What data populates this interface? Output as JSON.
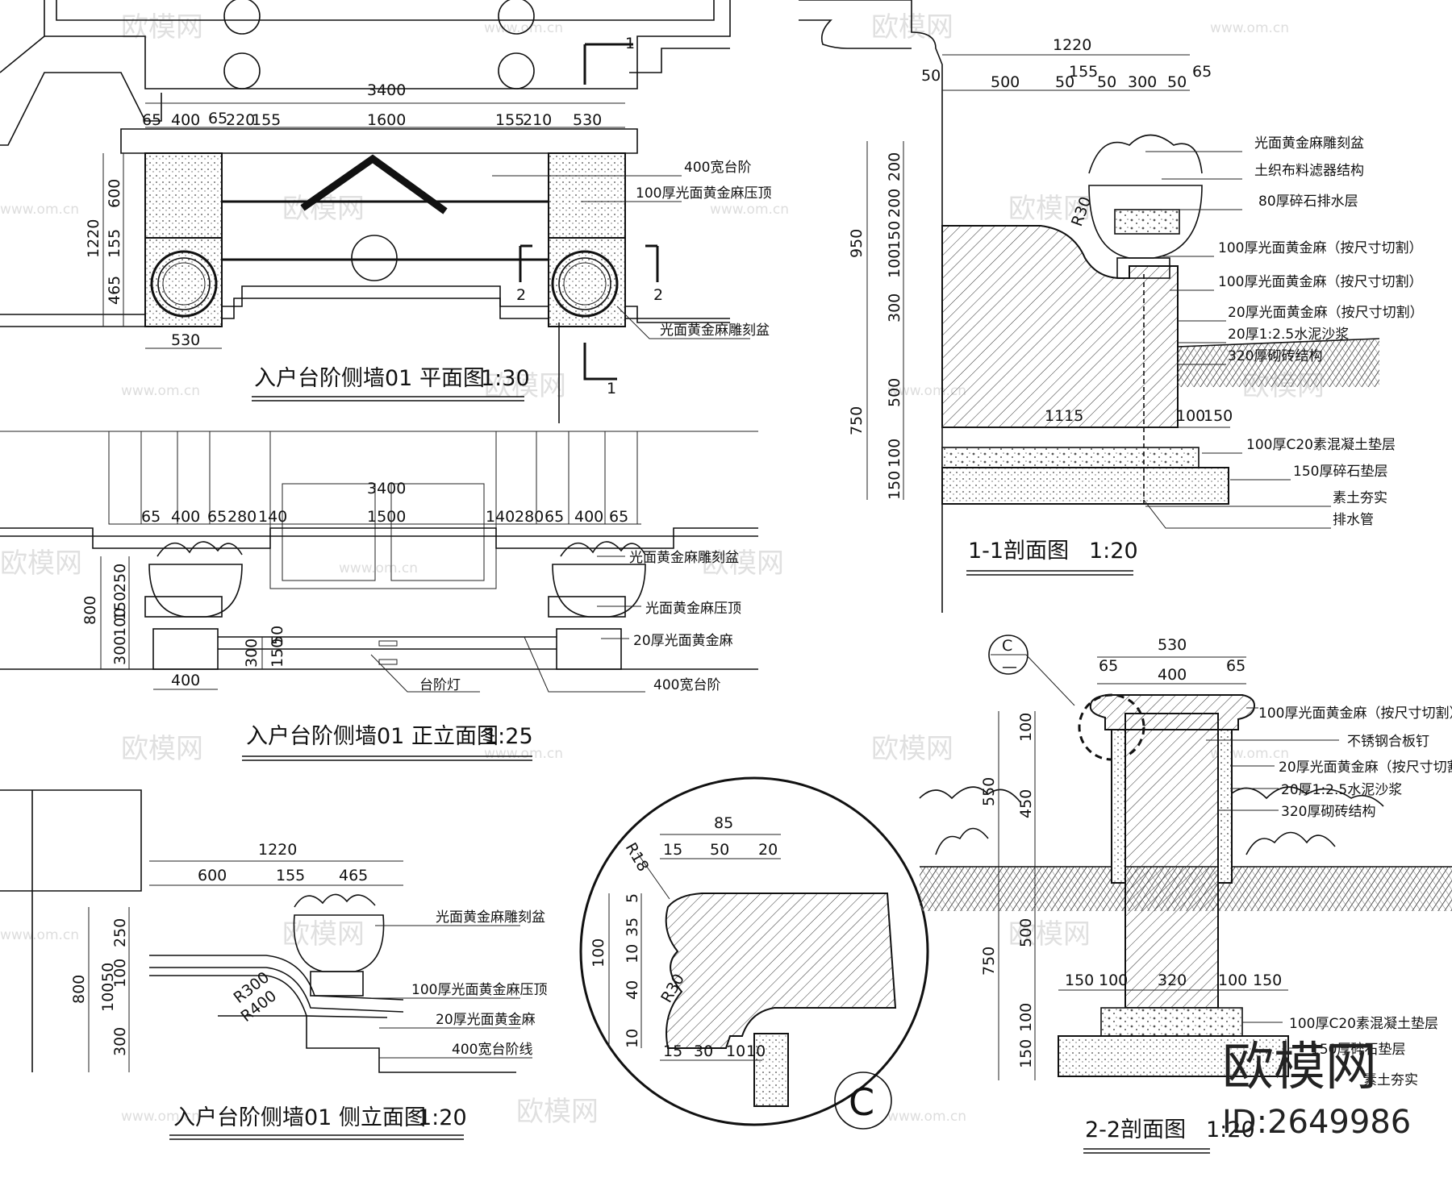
{
  "watermark": {
    "brand": "欧模网",
    "url": "www.om.cn"
  },
  "brand_mark": {
    "logo": "欧模网",
    "id": "ID:2649986"
  },
  "plan": {
    "title": "入户台阶侧墙01 平面图",
    "scale": "1:30",
    "dims_top": [
      "3400",
      "65",
      "400",
      "65",
      "220",
      "155",
      "1600",
      "155",
      "210",
      "530"
    ],
    "dims_left": [
      "1220",
      "600",
      "155",
      "465"
    ],
    "dim_bottom": "530",
    "section_marks": [
      "1",
      "1",
      "2",
      "2"
    ],
    "labels": [
      "400宽台阶",
      "100厚光面黄金麻压顶",
      "光面黄金麻雕刻盆"
    ]
  },
  "front": {
    "title": "入户台阶侧墙01 正立面图",
    "scale": "1:25",
    "dims_top": [
      "3400",
      "65",
      "400",
      "65",
      "280",
      "140",
      "1500",
      "140",
      "280",
      "65",
      "400",
      "65"
    ],
    "dims_left": [
      "800",
      "250",
      "150",
      "100",
      "300"
    ],
    "dims_step": [
      "300",
      "150",
      "50"
    ],
    "dim_bottom": "400",
    "labels": [
      "光面黄金麻雕刻盆",
      "光面黄金麻压顶",
      "20厚光面黄金麻",
      "台阶灯",
      "400宽台阶"
    ]
  },
  "side": {
    "title": "入户台阶侧墙01 侧立面图",
    "scale": "1:20",
    "dims_top": [
      "1220",
      "600",
      "155",
      "465"
    ],
    "dims_left": [
      "800",
      "250",
      "50",
      "100",
      "100",
      "300"
    ],
    "radii": [
      "R300",
      "R400"
    ],
    "labels": [
      "光面黄金麻雕刻盆",
      "100厚光面黄金麻压顶",
      "20厚光面黄金麻",
      "400宽台阶线"
    ]
  },
  "detail_c": {
    "mark": "C",
    "dims_top": [
      "85",
      "15",
      "50",
      "20"
    ],
    "dims_left": [
      "100",
      "5",
      "35",
      "10",
      "40",
      "10"
    ],
    "dims_bottom": [
      "15",
      "30",
      "10",
      "10"
    ],
    "radii": [
      "R18",
      "R30"
    ]
  },
  "section_1": {
    "title": "1-1剖面图",
    "scale": "1:20",
    "dims_top": [
      "1220",
      "50",
      "500",
      "155",
      "50",
      "50",
      "300",
      "50",
      "65"
    ],
    "dims_left": [
      "950",
      "200",
      "200",
      "150",
      "100",
      "300",
      "750",
      "500",
      "100",
      "150"
    ],
    "dims_inner": [
      "1115",
      "100",
      "150"
    ],
    "radius": "R30",
    "labels": [
      "光面黄金麻雕刻盆",
      "土织布料滤器结构",
      "80厚碎石排水层",
      "100厚光面黄金麻（按尺寸切割）",
      "100厚光面黄金麻（按尺寸切割）",
      "20厚光面黄金麻（按尺寸切割）",
      "20厚1:2.5水泥沙浆",
      "320厚砌砖结构",
      "100厚C20素混凝土垫层",
      "150厚碎石垫层",
      "素土夯实",
      "排水管"
    ]
  },
  "section_2": {
    "title": "2-2剖面图",
    "scale": "1:20",
    "callout": {
      "top": "C",
      "bottom": "—"
    },
    "dims_top": [
      "530",
      "65",
      "400",
      "65"
    ],
    "dims_left": [
      "100",
      "550",
      "450",
      "750",
      "500",
      "100",
      "150"
    ],
    "dims_bottom": [
      "150",
      "100",
      "320",
      "100",
      "150"
    ],
    "labels": [
      "100厚光面黄金麻（按尺寸切割）",
      "不锈钢合板钉",
      "20厚光面黄金麻（按尺寸切割）",
      "20厚1:2.5水泥沙浆",
      "320厚砌砖结构",
      "100厚C20素混凝土垫层",
      "150厚碎石垫层",
      "素土夯实"
    ]
  }
}
